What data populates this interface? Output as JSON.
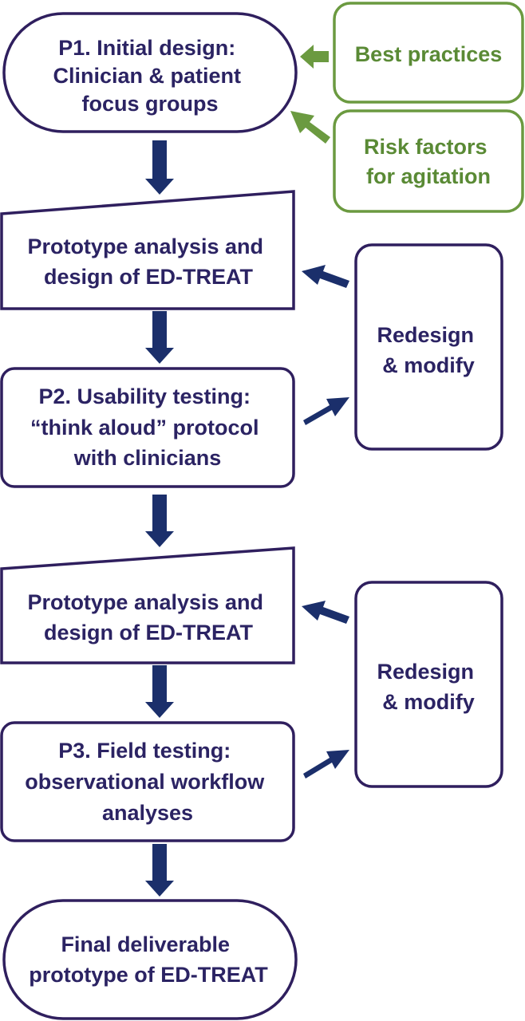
{
  "nodes": {
    "p1": {
      "lines": [
        "P1. Initial design:",
        "Clinician & patient",
        "focus groups"
      ]
    },
    "best_practices": {
      "lines": [
        "Best practices"
      ]
    },
    "risk_factors": {
      "lines": [
        "Risk factors",
        "for agitation"
      ]
    },
    "prototype1": {
      "lines": [
        "Prototype analysis and",
        "design of ED-TREAT"
      ]
    },
    "p2": {
      "lines": [
        "P2. Usability testing:",
        "“think aloud” protocol",
        "with clinicians"
      ]
    },
    "redesign1": {
      "lines": [
        "Redesign",
        "& modify"
      ]
    },
    "prototype2": {
      "lines": [
        "Prototype analysis and",
        "design of ED-TREAT"
      ]
    },
    "p3": {
      "lines": [
        "P3. Field testing:",
        "observational workflow",
        "analyses"
      ]
    },
    "redesign2": {
      "lines": [
        "Redesign",
        "& modify"
      ]
    },
    "final": {
      "lines": [
        "Final deliverable",
        "prototype of ED-TREAT"
      ]
    }
  },
  "colors": {
    "main_stroke": "#2f1f5e",
    "main_text": "#2b2363",
    "input_stroke": "#6b9a40",
    "input_text": "#5a8a35",
    "arrow": "#1b2f6b"
  }
}
